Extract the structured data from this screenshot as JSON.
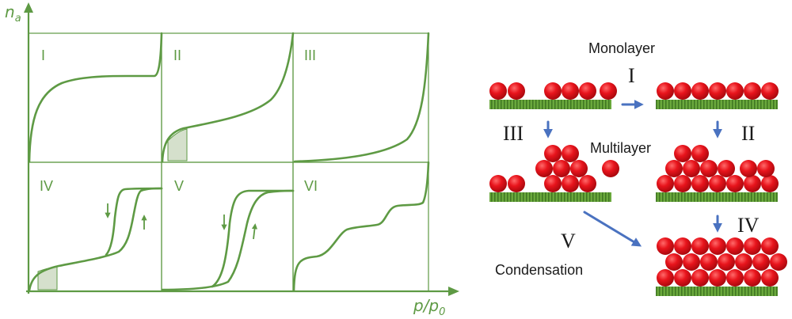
{
  "colors": {
    "green": "#5e9a44",
    "green_fill": "#d5e0cc",
    "ball": "#e8141c",
    "arrow": "#4a72c0",
    "substrate": "#5d9c35"
  },
  "isotherms": {
    "y_axis_label": "n",
    "y_axis_sub": "a",
    "x_axis_label": "p/p",
    "x_axis_sub": "0",
    "panels": [
      "I",
      "II",
      "III",
      "IV",
      "V",
      "VI"
    ]
  },
  "scheme": {
    "monolayer_label": "Monolayer",
    "multilayer_label": "Multilayer",
    "condensation_label": "Condensation",
    "roman_I": "I",
    "roman_II": "II",
    "roman_III": "III",
    "roman_IV": "IV",
    "roman_V": "V"
  }
}
